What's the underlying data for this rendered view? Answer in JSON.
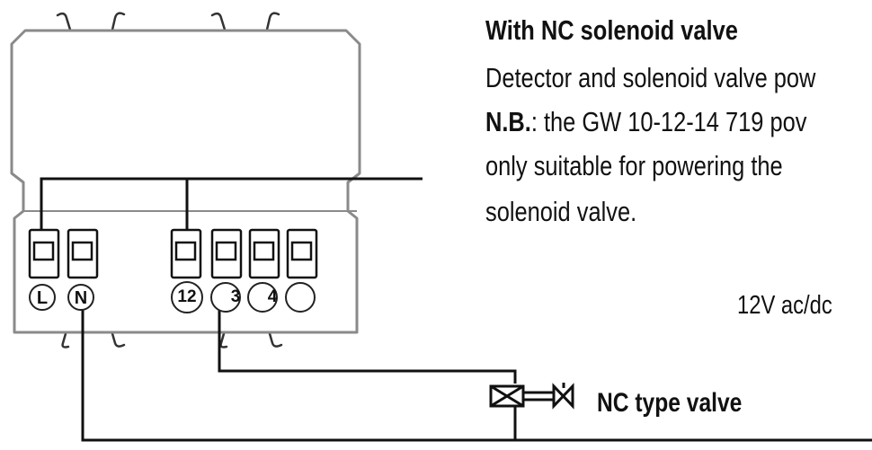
{
  "diagram": {
    "title": "With NC solenoid valve",
    "description_line_1": "Detector and solenoid valve pow",
    "nb_label": "N.B.",
    "nb_text": ": the GW 10-12-14 719 pov",
    "description_line_3": "only  suitable  for  powering  the",
    "description_line_4": "solenoid valve.",
    "voltage_label": "12V ac/dc",
    "valve_label": "NC type valve",
    "terminals": {
      "L": "L",
      "N": "N",
      "t12": "12",
      "t3": "3",
      "t4": "4"
    }
  }
}
